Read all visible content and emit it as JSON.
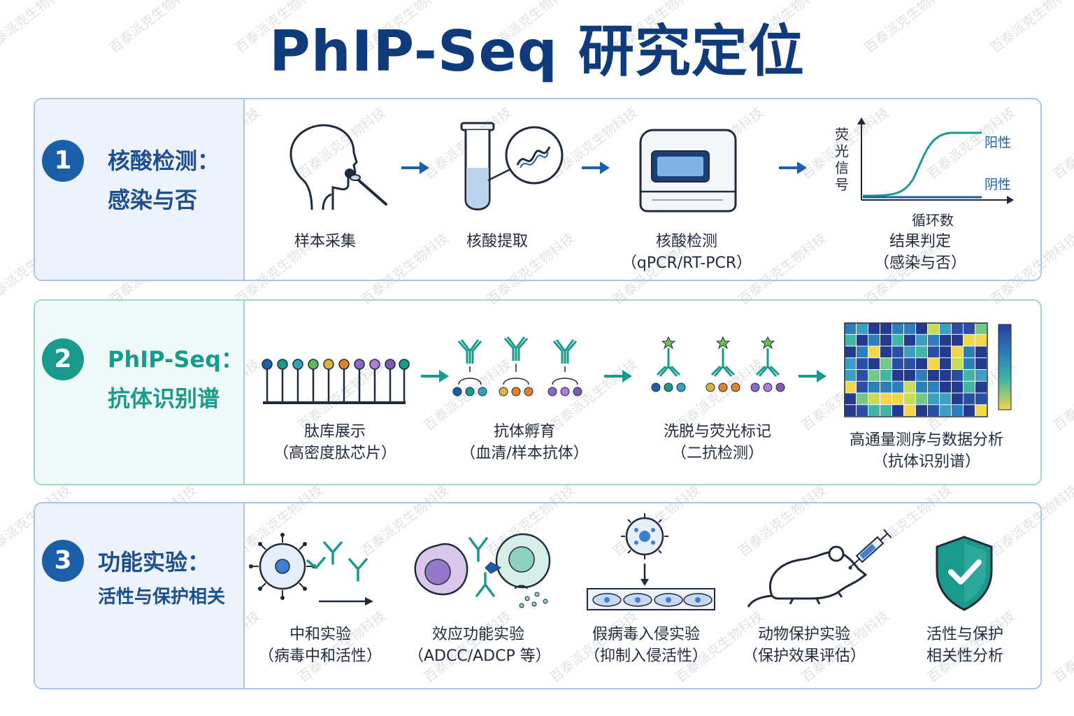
{
  "title": "PhIP-Seq 研究定位",
  "watermark": "百泰派克生物科技",
  "colors": {
    "navy": "#0f3b7d",
    "teal": "#1a9a8c",
    "blue": "#1b5fa8"
  },
  "sections": [
    {
      "number": "1",
      "heading": "核酸检测：",
      "subheading": "感染与否",
      "steps": [
        {
          "label": "样本采集",
          "note": ""
        },
        {
          "label": "核酸提取",
          "note": ""
        },
        {
          "label": "核酸检测",
          "note": "（qPCR/RT-PCR）"
        },
        {
          "label": "结果判定",
          "note": "（感染与否）"
        }
      ],
      "graph": {
        "y_label": "荧光信号",
        "x_label": "循环数",
        "positive": "阳性",
        "negative": "阴性"
      }
    },
    {
      "number": "2",
      "heading": "PhIP-Seq：",
      "subheading": "抗体识别谱",
      "steps": [
        {
          "label": "肽库展示",
          "note": "（高密度肽芯片）"
        },
        {
          "label": "抗体孵育",
          "note": "（血清/样本抗体）"
        },
        {
          "label": "洗脱与荧光标记",
          "note": "（二抗检测）"
        },
        {
          "label": "高通量测序与数据分析",
          "note": "（抗体识别谱）"
        }
      ]
    },
    {
      "number": "3",
      "heading": "功能实验：",
      "subheading": "活性与保护相关",
      "steps": [
        {
          "label": "中和实验",
          "note": "（病毒中和活性）"
        },
        {
          "label": "效应功能实验",
          "note": "（ADCC/ADCP 等）"
        },
        {
          "label": "假病毒入侵实验",
          "note": "（抑制入侵活性）"
        },
        {
          "label": "动物保护实验",
          "note": "（保护效果评估）"
        },
        {
          "label": "活性与保护",
          "note": "相关性分析"
        }
      ]
    }
  ]
}
